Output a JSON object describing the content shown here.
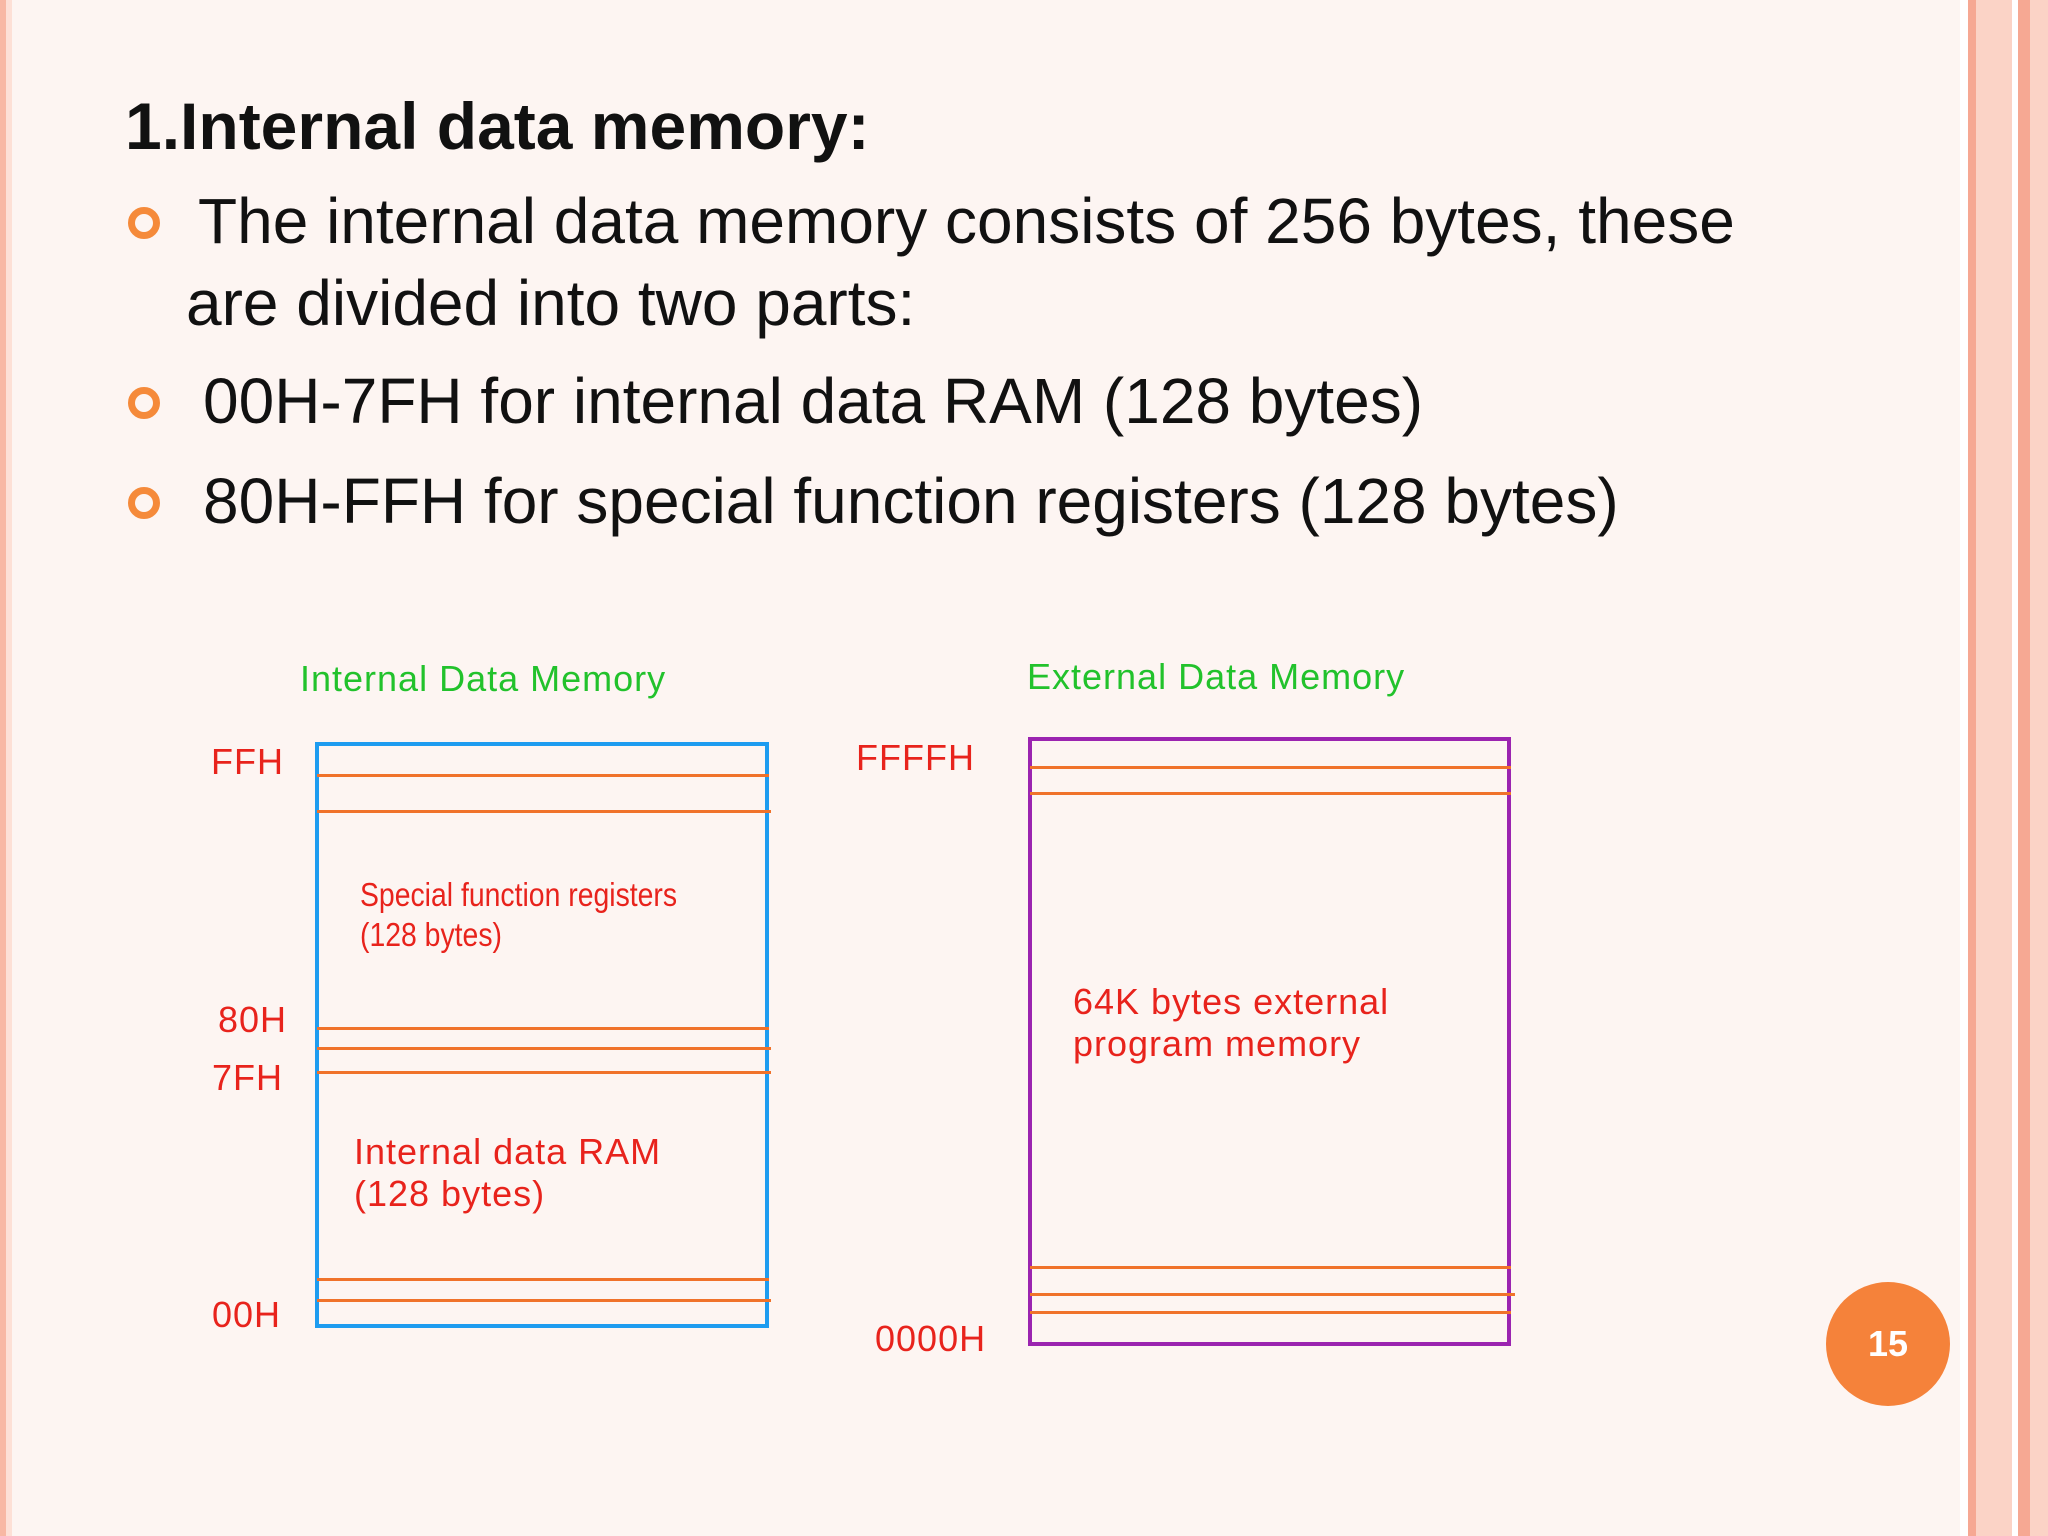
{
  "slide": {
    "title": "1.Internal data memory:",
    "bullets": [
      "The internal data memory consists of 256 bytes, these are divided into two parts:",
      "00H-7FH for internal data RAM (128 bytes)",
      "80H-FFH for special function registers (128 bytes)"
    ],
    "page_number": "15"
  },
  "diagram": {
    "internal": {
      "title": "Internal Data Memory",
      "addresses": [
        "FFH",
        "80H",
        "7FH",
        "00H"
      ],
      "sfr_label": [
        "Special function registers",
        "(128 bytes)"
      ],
      "ram_label": [
        "Internal data RAM",
        "(128 bytes)"
      ]
    },
    "external": {
      "title": "External Data Memory",
      "addresses": [
        "FFFFH",
        "0000H"
      ],
      "region_label": [
        "64K bytes external",
        "program memory"
      ]
    }
  },
  "colors": {
    "accent": "#f58a3a",
    "title_green": "#22c22c",
    "label_red": "#e8231c",
    "internal_box": "#1e9cf0",
    "external_box": "#9b24b0",
    "divider_lines": "#f0722a"
  }
}
